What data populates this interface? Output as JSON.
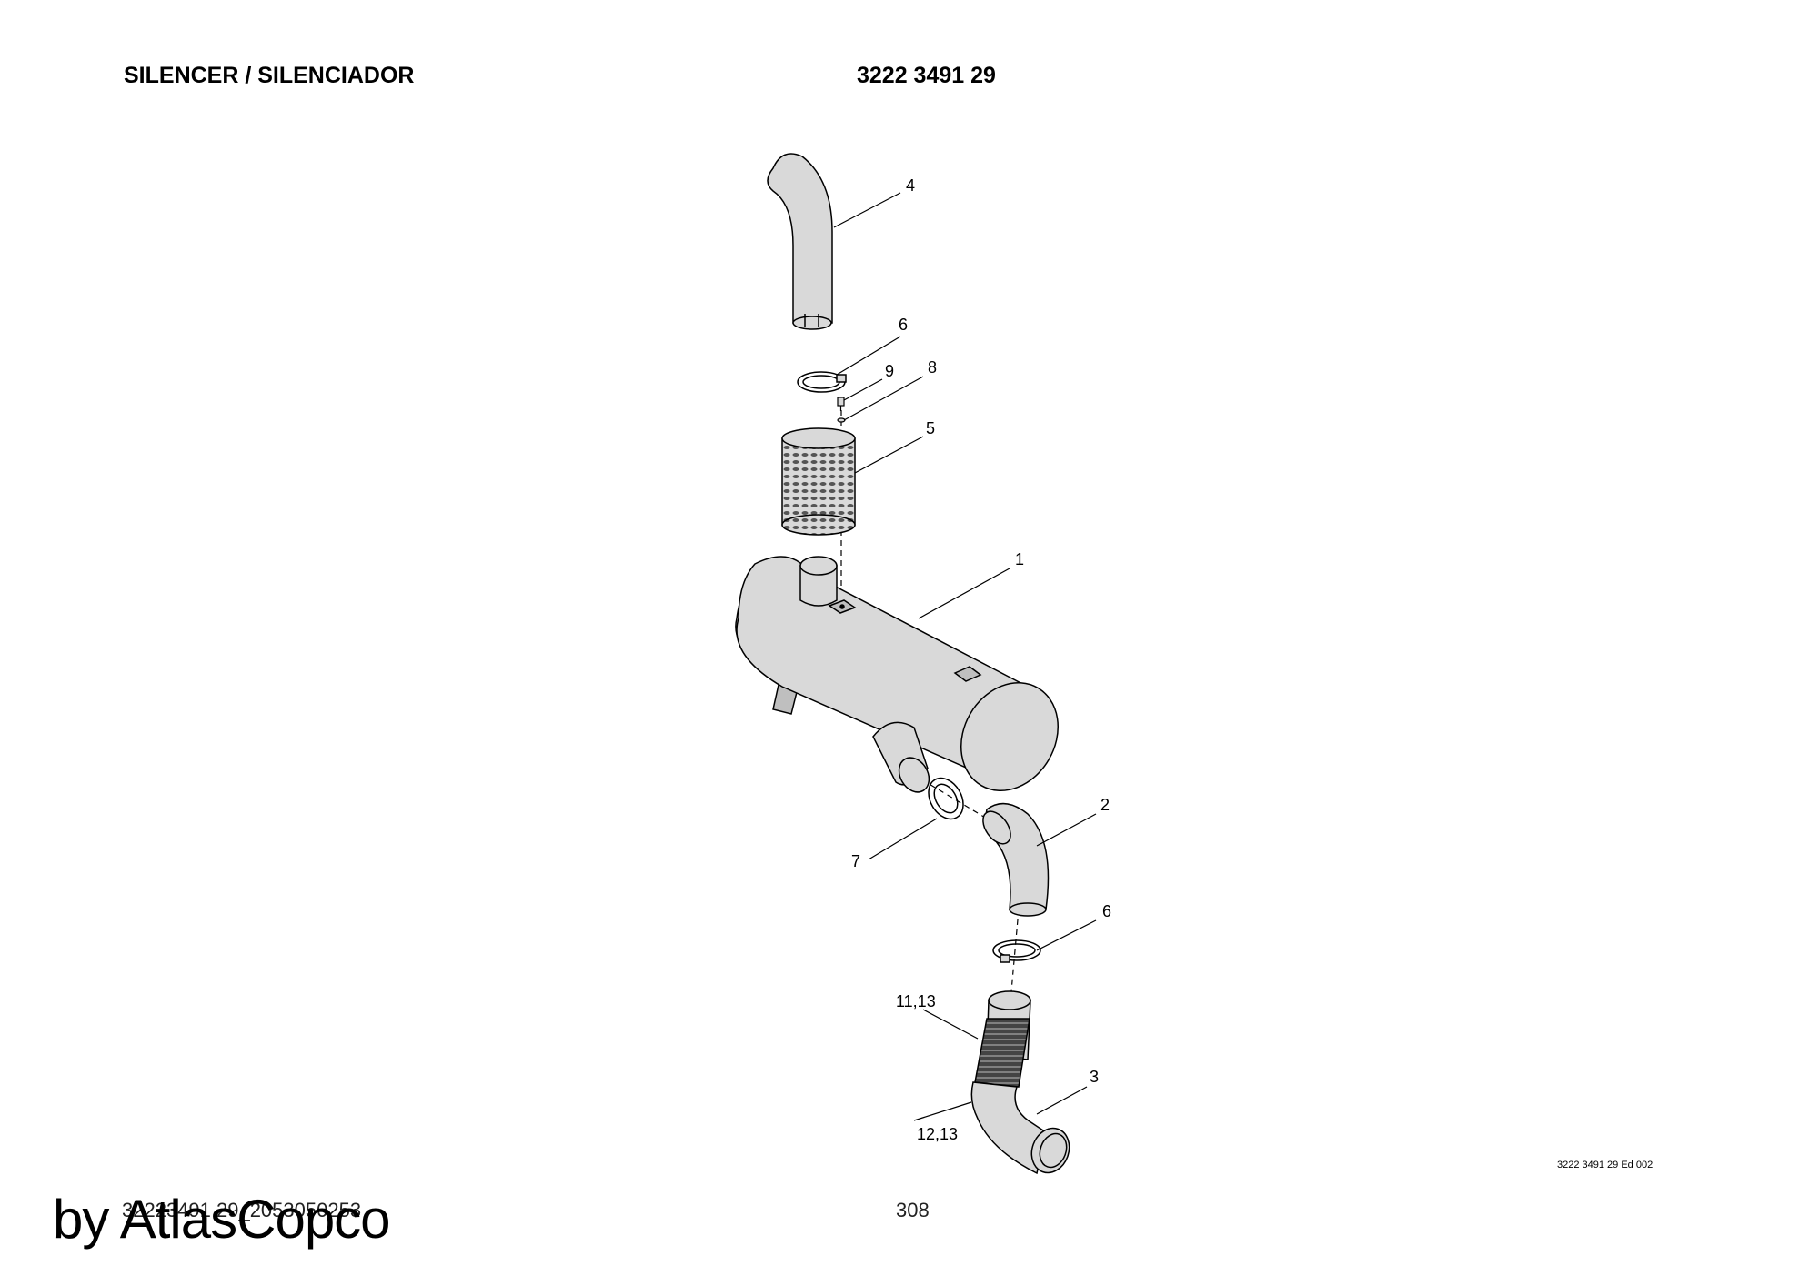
{
  "header": {
    "title": "SILENCER / SILENCIADOR",
    "document_number": "3222 3491 29"
  },
  "callouts": {
    "c1": "1",
    "c2": "2",
    "c3": "3",
    "c4": "4",
    "c5": "5",
    "c6a": "6",
    "c6b": "6",
    "c7": "7",
    "c8": "8",
    "c9": "9",
    "c11_13": "11,13",
    "c12_13": "12,13"
  },
  "footer": {
    "edition": "3222 3491 29 Ed 002",
    "code": "32223491 29_2053050253",
    "page": "308",
    "watermark": "by AtlasCopco"
  },
  "colors": {
    "part_fill": "#d9d9d9",
    "line": "#000000"
  }
}
